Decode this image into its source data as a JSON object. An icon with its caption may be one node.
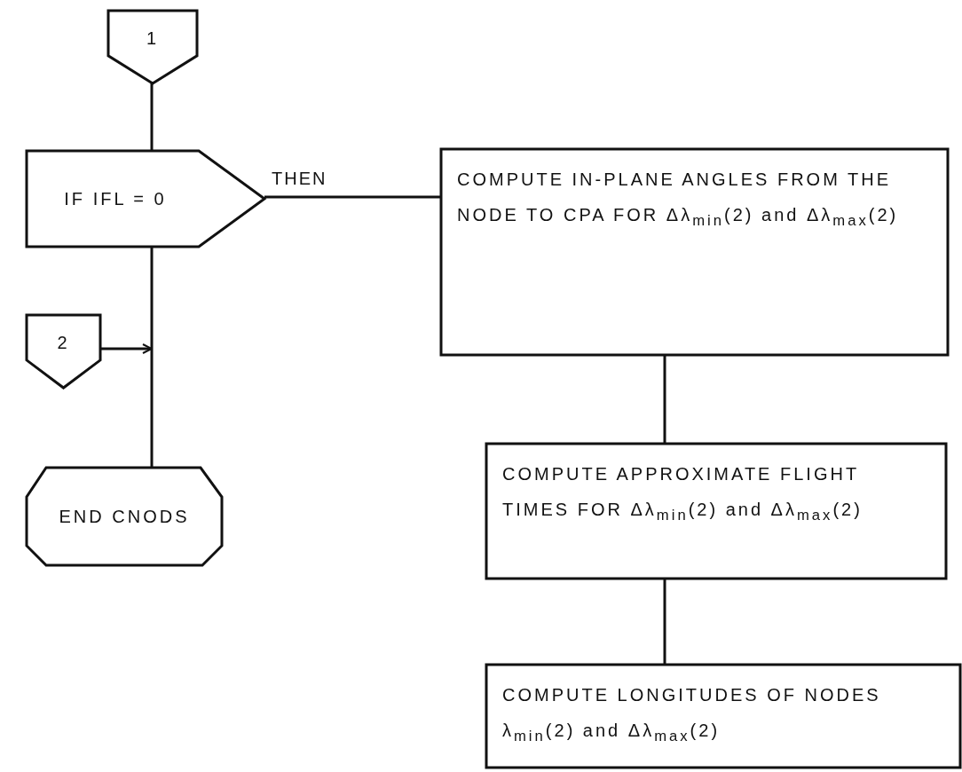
{
  "diagram": {
    "nodes": [
      {
        "text": [
          "1"
        ]
      },
      {
        "text": [
          "IF IFL = 0"
        ]
      },
      {
        "text": [
          "COMPUTE IN-PLANE ANGLES FROM THE NODE TO CPA FOR Δλ$_{min}$(2) and Δλ$_{max}$(2)"
        ]
      },
      {
        "text": [
          "2"
        ]
      },
      {
        "text": [
          "END CNODS"
        ]
      },
      {
        "text": [
          "COMPUTE APPROXIMATE FLIGHT TIMES FOR Δλ$_{min}$(2) and Δλ$_{max}$(2)"
        ]
      },
      {
        "text": [
          "COMPUTE LONGITUDES OF NODES λ$_{min}$(2) and Δλ$_{max}$(2)"
        ]
      }
    ],
    "edges": [
      {
        "from": 0,
        "to": 1,
        "arrow": "none"
      },
      {
        "from": 1,
        "to": 2,
        "arrow": "none",
        "label": "THEN"
      },
      {
        "from": 2,
        "to": 5,
        "arrow": "none"
      },
      {
        "from": 3,
        "to": null,
        "arrow": "to"
      },
      {
        "from": 1,
        "to": 4,
        "arrow": "none"
      },
      {
        "from": 5,
        "to": 6,
        "arrow": "none"
      }
    ]
  }
}
